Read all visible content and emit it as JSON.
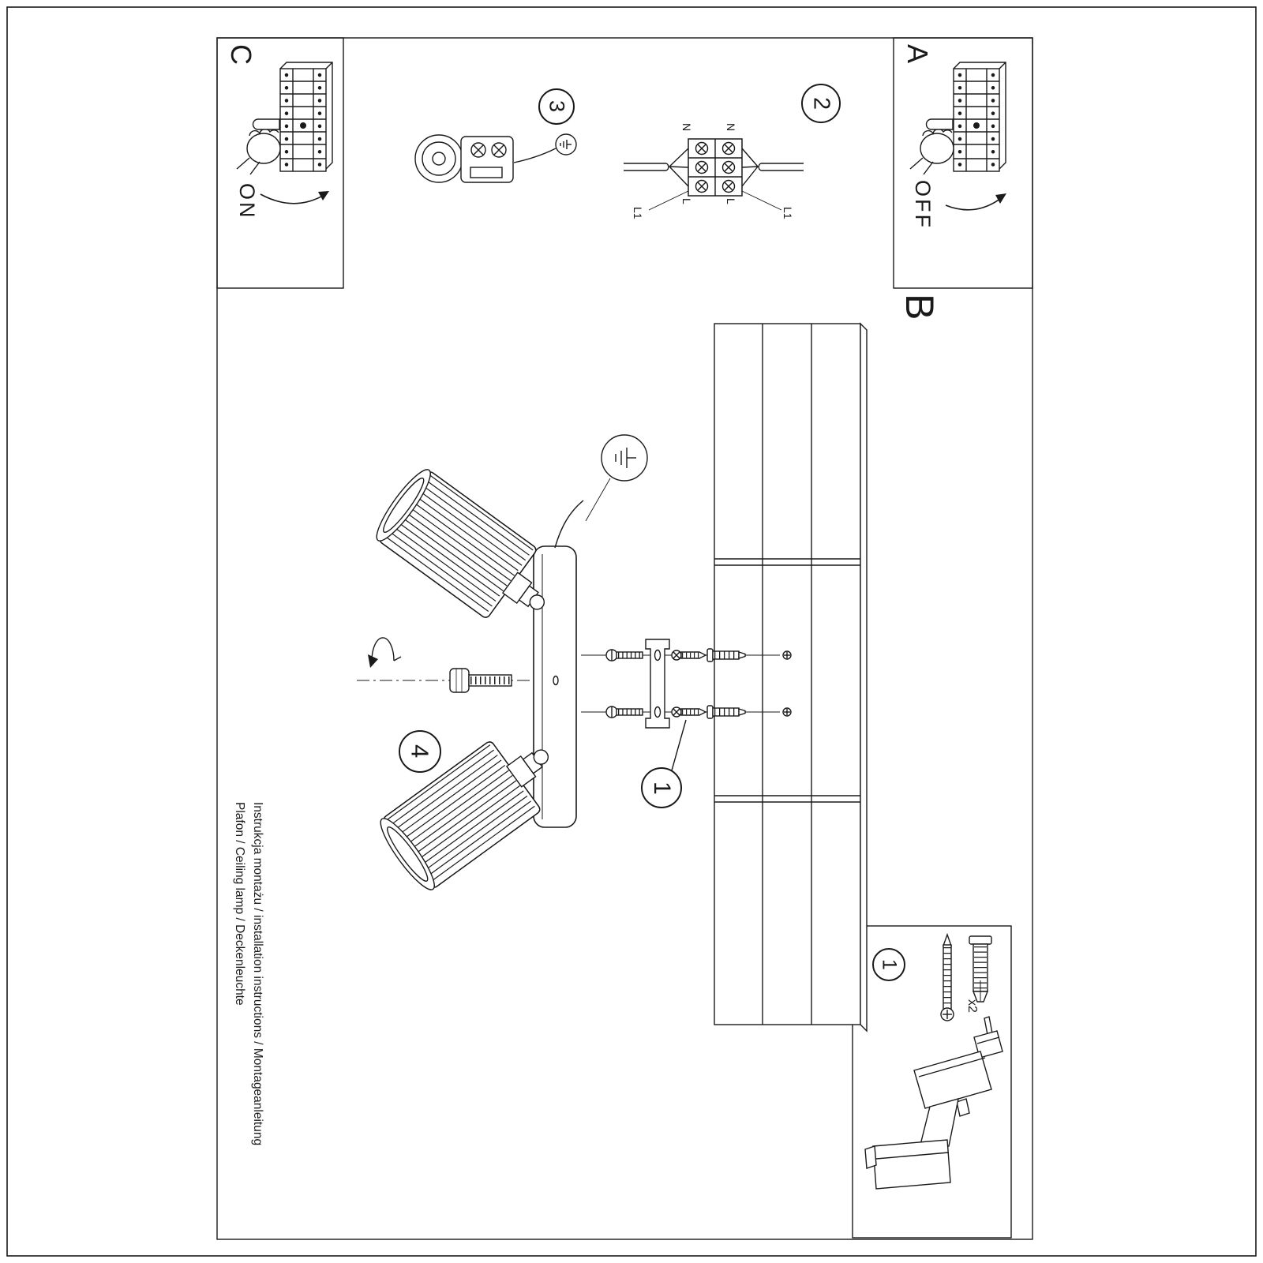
{
  "colors": {
    "ink": "#1a1a1a",
    "paper": "#ffffff"
  },
  "footer": {
    "line1": "Instrukcja montażu / installation instructions / Montageanleitung",
    "line2": "Plafon / Ceiling lamp / Deckenleuchte"
  },
  "panels": {
    "switch_on": {
      "letter": "C",
      "state_label": "ON"
    },
    "switch_off": {
      "letter": "A",
      "state_label": "OFF"
    },
    "mounting": {
      "letter": "B"
    }
  },
  "step_badges": {
    "step1": "1",
    "step2": "2",
    "step3": "3",
    "step4": "4",
    "kit": "1"
  },
  "wiring_labels": {
    "n_left": "N",
    "n_right": "N",
    "l_left": "L",
    "l_right": "L",
    "l1_left": "L1",
    "l1_right": "L1"
  },
  "kit": {
    "screw_plug_quantity": "x2"
  }
}
